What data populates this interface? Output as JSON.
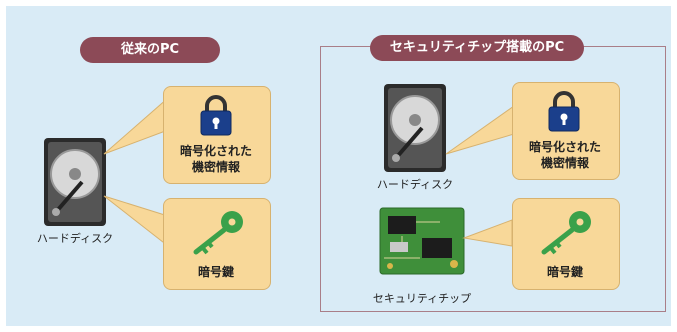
{
  "left_panel": {
    "title": "従来のPC",
    "hdd_label": "ハードディスク",
    "encrypted_data_label_line1": "暗号化された",
    "encrypted_data_label_line2": "機密情報",
    "key_label": "暗号鍵"
  },
  "right_panel": {
    "title": "セキュリティチップ搭載のPC",
    "hdd_label": "ハードディスク",
    "encrypted_data_label_line1": "暗号化された",
    "encrypted_data_label_line2": "機密情報",
    "chip_label": "セキュリティチップ",
    "key_label": "暗号鍵"
  },
  "colors": {
    "background": "#d9ebf6",
    "title_pill": "#8c4a57",
    "bubble": "#f8d899",
    "lock": "#1b3f8b",
    "key": "#3aa14a"
  }
}
